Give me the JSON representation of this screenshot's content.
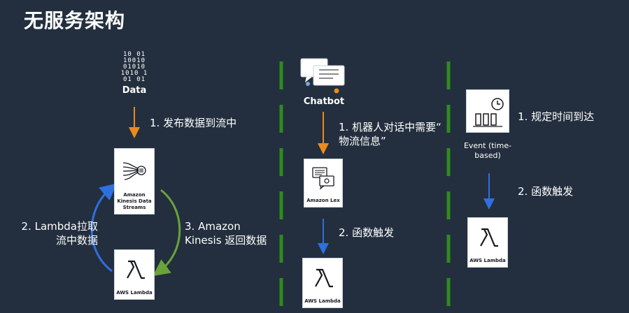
{
  "title": "无服务架构",
  "col1": {
    "data_caption": "Data",
    "data_digits": [
      "10 01",
      "10010",
      "01010",
      "1010 1",
      "01 01"
    ],
    "step1": "1. 发布数据到流中",
    "kinesis_label": "Amazon\nKinesis Data\nStreams",
    "lambda_label": "AWS Lambda",
    "step2_line1": "2. Lambda拉取",
    "step2_line2": "流中数据",
    "step3_line1": "3. Amazon",
    "step3_line2": "Kinesis 返回数据"
  },
  "col2": {
    "chatbot_caption": "Chatbot",
    "step1_line1": "1. 机器人对话中需要“",
    "step1_line2": "物流信息”",
    "lex_label": "Amazon Lex",
    "step2": "2. 函数触发",
    "lambda_label": "AWS Lambda"
  },
  "col3": {
    "event_line1": "Event (time-",
    "event_line2": "based)",
    "step1": "1. 规定时间到达",
    "step2": "2. 函数触发",
    "lambda_label": "AWS Lambda"
  },
  "colors": {
    "background": "#232f3e",
    "orange_arrow": "#ec8a1d",
    "blue_arrow": "#2f6fe0",
    "green_arrow": "#6aa33a",
    "divider": "#2e8b1e"
  }
}
